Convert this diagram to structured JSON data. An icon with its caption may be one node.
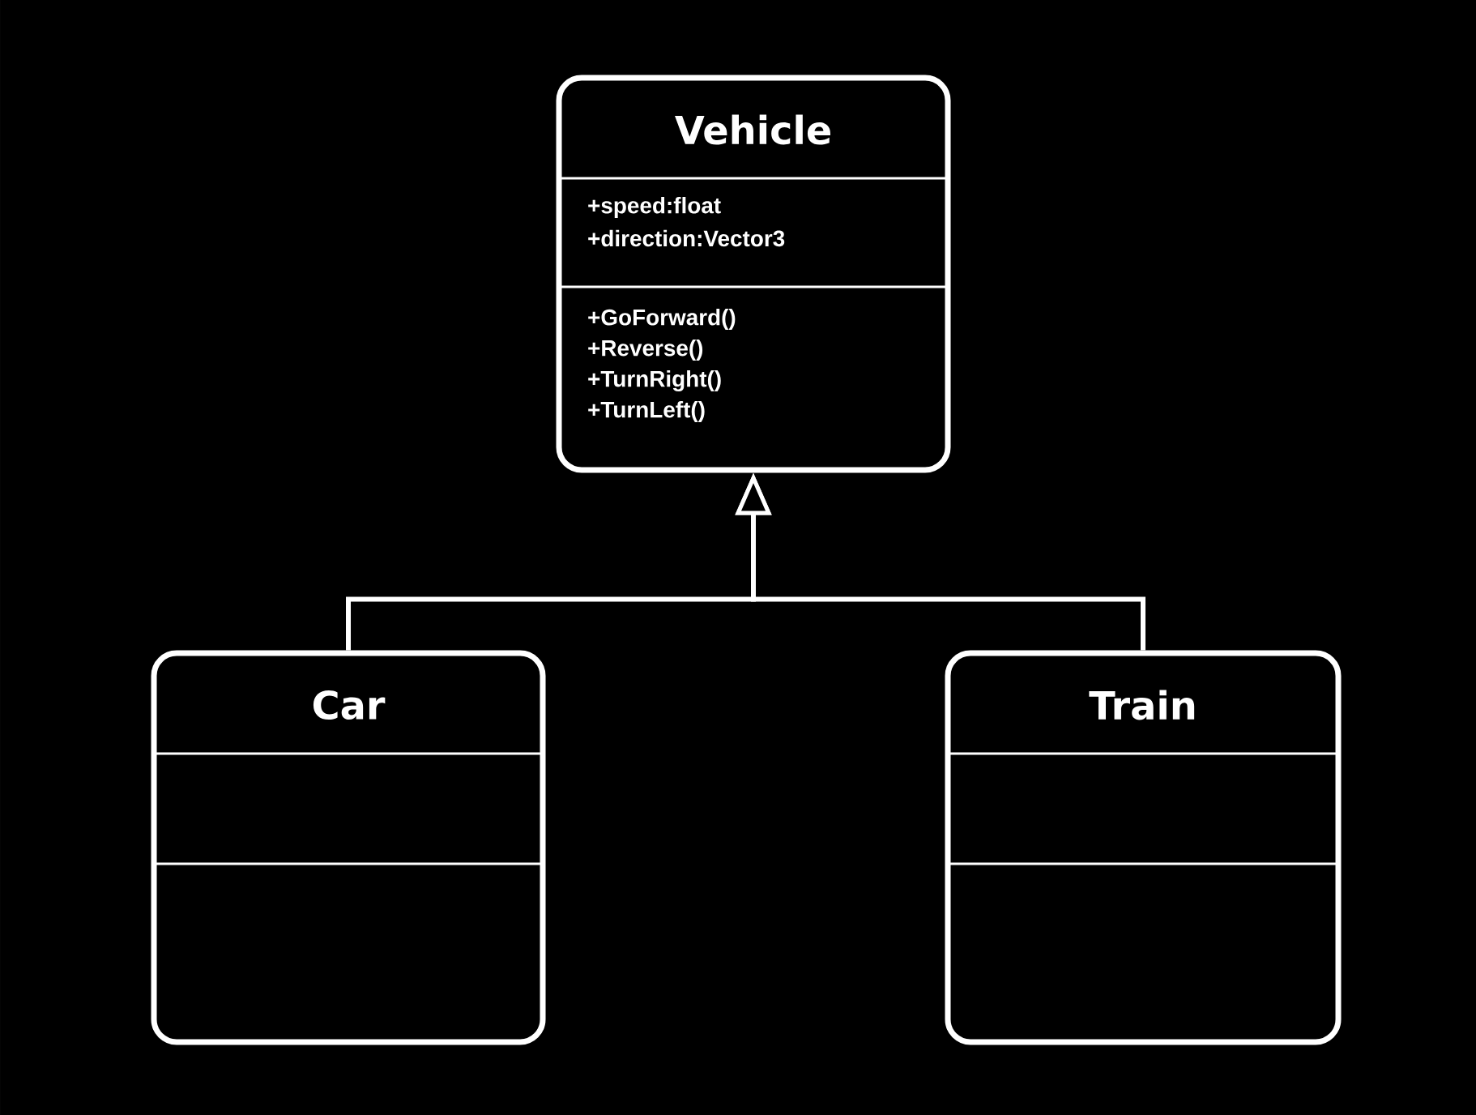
{
  "diagram": {
    "nodes": [
      {
        "text": [
          "Vehicle",
          "+speed:float",
          "+direction:Vector3",
          "+GoForward()",
          "+Reverse()",
          "+TurnRight()",
          "+TurnLeft()"
        ]
      },
      {
        "text": [
          "Car"
        ]
      },
      {
        "text": [
          "Train"
        ]
      }
    ],
    "edges": [
      {
        "from": 1,
        "to": 0,
        "arrow": "to"
      },
      {
        "from": 2,
        "to": 0,
        "arrow": "to"
      }
    ]
  }
}
